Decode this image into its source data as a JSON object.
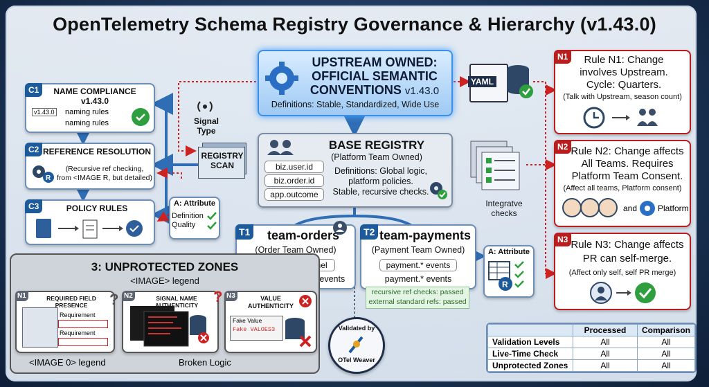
{
  "title": "OpenTelemetry Schema Registry Governance & Hierarchy (v1.43.0)",
  "upstream": {
    "heading_line1": "UPSTREAM OWNED:",
    "heading_line2": "OFFICIAL SEMANTIC",
    "heading_line3": "CONVENTIONS",
    "version": "v1.43.0",
    "definitions": "Definitions: Stable, Standardized, Wide Use"
  },
  "yaml_label": "YAML",
  "signal": {
    "line1": "Signal",
    "line2": "Type"
  },
  "registry_scan": {
    "line1": "REGISTRY",
    "line2": "SCAN"
  },
  "c1": {
    "tag": "C1",
    "title_line1": "NAME COMPLIANCE",
    "title_line2": "v1.43.0",
    "chip": "v1.43.0",
    "rule1": "naming rules",
    "rule2": "naming rules"
  },
  "c2": {
    "tag": "C2",
    "title": "REFERENCE RESOLUTION",
    "desc_line1": "(Recursive ref checking,",
    "desc_line2": "from <IMAGE R, but detailed)"
  },
  "c3": {
    "tag": "C3",
    "title": "POLICY RULES"
  },
  "attr_left": {
    "title": "A: Attribute",
    "line1": "Definition",
    "line2": "Quality"
  },
  "base": {
    "title": "BASE REGISTRY",
    "owner": "(Platform Team Owned)",
    "attrs": [
      "biz.user.id",
      "biz.order.id",
      "app.outcome"
    ],
    "def_line1": "Definitions: Global logic,",
    "def_line2": "platform policies.",
    "def_line3": "Stable, recursive checks."
  },
  "integrative": {
    "line1": "Integratve",
    "line2": "checks"
  },
  "t1": {
    "tag": "T1",
    "title": "team-orders",
    "owner": "(Order Team Owned)",
    "attr": "biz.order.channel",
    "defs": "Definitions: order.* events"
  },
  "t2": {
    "tag": "T2",
    "title": "team-payments",
    "owner": "(Payment Team Owned)",
    "attr1": "payment.* events",
    "attr2": "payment.* events",
    "check1": "recursive ref checks: passed",
    "check2": "external standard refs: passed"
  },
  "attr_right": {
    "title": "A: Attribute",
    "icon_letter": "R"
  },
  "validated": {
    "line1": "Validated by",
    "line2": "OTel Weaver"
  },
  "unprotected": {
    "title": "3: UNPROTECTED ZONES",
    "legend": "<IMAGE> legend",
    "legend_bottom": "<IMAGE 0> legend",
    "broken": "Broken Logic",
    "n1": {
      "tag": "N1",
      "title": "REQUIRED FIELD PRESENCE",
      "req1": "Requirement",
      "req2": "Requirement"
    },
    "n2": {
      "tag": "N2",
      "title": "SIGNAL NAME AUTHENTICITY"
    },
    "n3": {
      "tag": "N3",
      "title_line1": "VALUE",
      "title_line2": "AUTHENTICITY",
      "fake1": "Fake Value",
      "fake2": "Fake VALOES3"
    }
  },
  "rules": [
    {
      "tag": "N1",
      "line1": "Rule N1: Change",
      "line2": "involves Upstream.",
      "line3": "Cycle: Quarters.",
      "note": "(Talk with Upstream, season count)"
    },
    {
      "tag": "N2",
      "line1": "Rule N2: Change affects",
      "line2": "All Teams. Requires",
      "line3": "Platform Team Consent.",
      "note": "(Affect all teams, Platform consent)",
      "and": "and",
      "platform": "Platform"
    },
    {
      "tag": "N3",
      "line1": "Rule N3: Change affects",
      "line2": "PR can self-merge.",
      "note": "(Affect only self, self PR merge)"
    }
  ],
  "summary": {
    "headers": [
      "",
      "Processed",
      "Comparison"
    ],
    "rows": [
      {
        "label": "Validation Levels",
        "processed": "All",
        "comparison": "All"
      },
      {
        "label": "Live-Time Check",
        "processed": "All",
        "comparison": "All"
      },
      {
        "label": "Unprotected Zones",
        "processed": "All",
        "comparison": "All"
      }
    ]
  },
  "colors": {
    "accent": "#1d5a9a",
    "red": "#b81e1e",
    "green": "#2e9e3e"
  }
}
